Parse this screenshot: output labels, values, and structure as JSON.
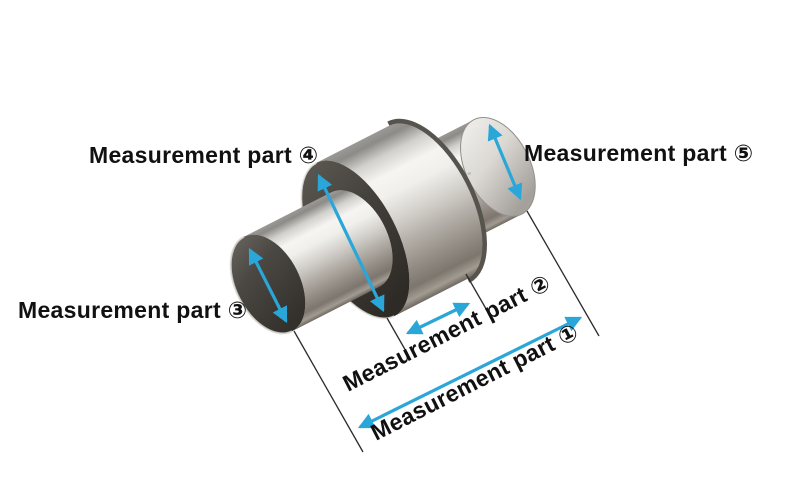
{
  "figure": {
    "type": "technical-illustration",
    "subject": "stepped-cylindrical-shaft",
    "background": "#ffffff"
  },
  "colors": {
    "arrow": "#2ba6d8",
    "extension_line": "#2b2b2b",
    "label_text": "#111111"
  },
  "labels": [
    {
      "id": "1",
      "text": "Measurement part ①"
    },
    {
      "id": "2",
      "text": "Measurement part ②"
    },
    {
      "id": "3",
      "text": "Measurement part ③"
    },
    {
      "id": "4",
      "text": "Measurement part ④"
    },
    {
      "id": "5",
      "text": "Measurement part ⑤"
    }
  ]
}
